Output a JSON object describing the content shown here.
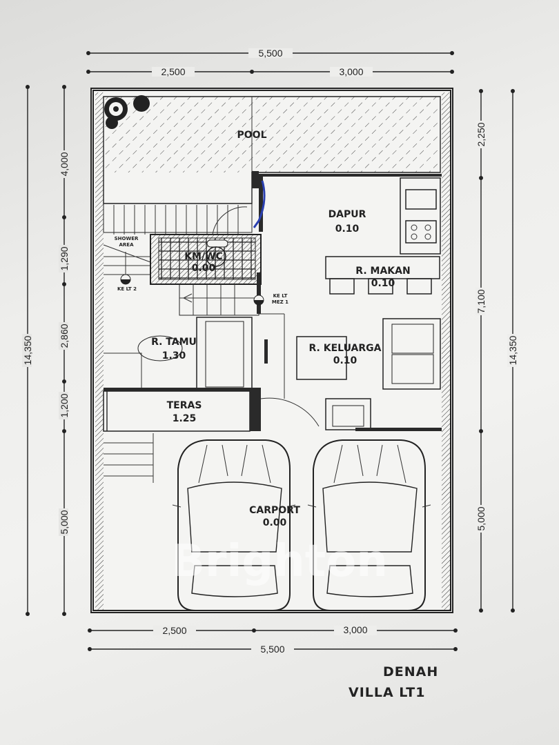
{
  "plan": {
    "title_line1": "DENAH",
    "title_line2": "VILLA LT1",
    "watermark": "Brighton",
    "rooms": {
      "pool": "POOL",
      "dapur": "DAPUR",
      "dapur_level": "0.10",
      "makan": "R. MAKAN",
      "makan_level": "0.10",
      "kmwc": "KM/WC",
      "kmwc_level": "0.00",
      "shower_1": "SHOWER",
      "shower_2": "AREA",
      "ke_lt2": "KE LT 2",
      "ke_mez_1": "KE LT",
      "ke_mez_2": "MEZ 1",
      "tamu": "R. TAMU",
      "tamu_level": "1.30",
      "keluarga": "R. KELUARGA",
      "keluarga_level": "0.10",
      "teras": "TERAS",
      "teras_level": "1.25",
      "carport": "CARPORT",
      "carport_level": "0.00"
    },
    "dimensions": {
      "top_total": "5,500",
      "top_left": "2,500",
      "top_right": "3,000",
      "bottom_total": "5,500",
      "bottom_left": "2,500",
      "bottom_right": "3,000",
      "left_total": "14,350",
      "left_1": "4,000",
      "left_2": "1,290",
      "left_3": "2,860",
      "left_4": "1,200",
      "left_5": "5,000",
      "right_total": "14,350",
      "right_1": "2,250",
      "right_2": "7,100",
      "right_3": "5,000"
    }
  }
}
